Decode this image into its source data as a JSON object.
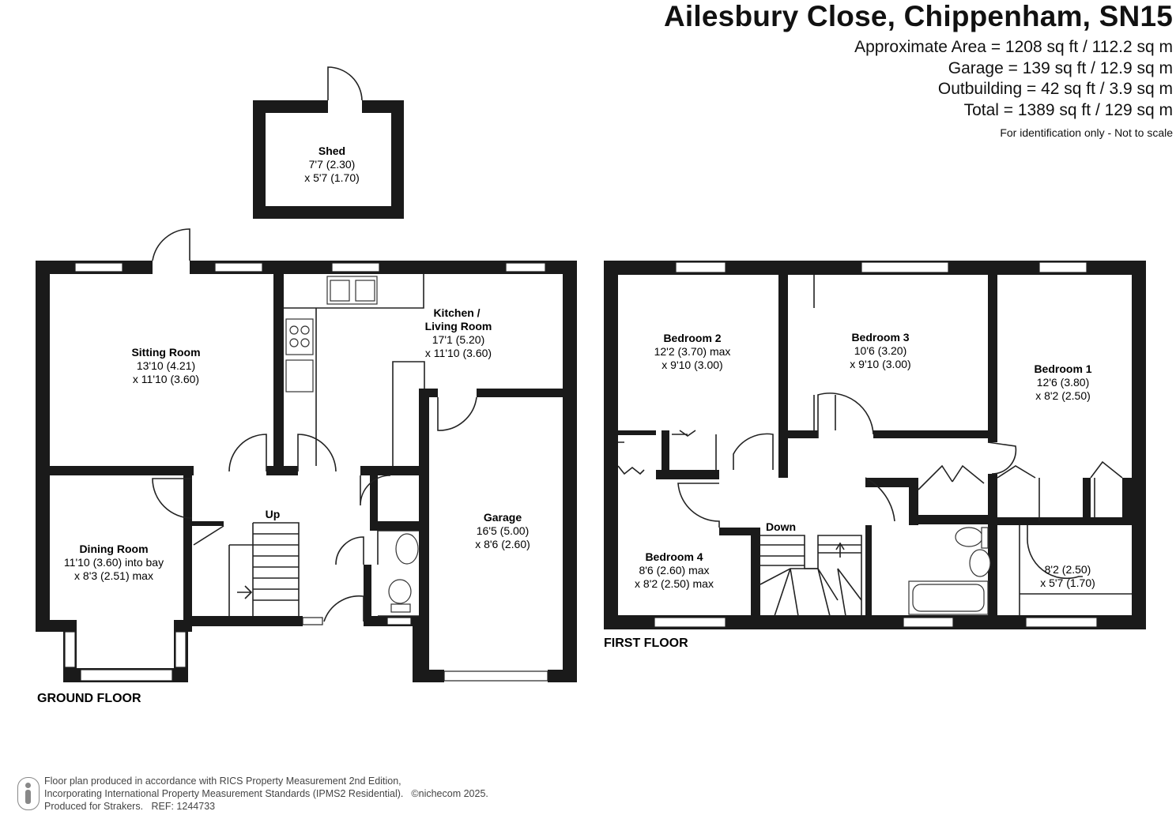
{
  "header": {
    "title": "Ailesbury Close, Chippenham, SN15",
    "areas": [
      "Approximate Area = 1208 sq ft / 112.2 sq m",
      "Garage = 139 sq ft / 12.9 sq m",
      "Outbuilding = 42 sq ft / 3.9 sq m",
      "Total = 1389 sq ft / 129 sq m"
    ],
    "note": "For identification only - Not to scale"
  },
  "rooms": {
    "shed": {
      "name": "Shed",
      "dim1": "7'7 (2.30)",
      "dim2": "x 5'7 (1.70)"
    },
    "sitting": {
      "name": "Sitting Room",
      "dim1": "13'10 (4.21)",
      "dim2": "x 11'10 (3.60)"
    },
    "kitchen": {
      "name1": "Kitchen /",
      "name2": "Living Room",
      "dim1": "17'1 (5.20)",
      "dim2": "x 11'10 (3.60)"
    },
    "dining": {
      "name": "Dining Room",
      "dim1": "11'10 (3.60) into bay",
      "dim2": "x 8'3 (2.51) max"
    },
    "garage": {
      "name": "Garage",
      "dim1": "16'5 (5.00)",
      "dim2": "x 8'6 (2.60)"
    },
    "bedroom2": {
      "name": "Bedroom 2",
      "dim1": "12'2 (3.70) max",
      "dim2": "x 9'10 (3.00)"
    },
    "bedroom3": {
      "name": "Bedroom 3",
      "dim1": "10'6 (3.20)",
      "dim2": "x 9'10 (3.00)"
    },
    "bedroom1": {
      "name": "Bedroom 1",
      "dim1": "12'6 (3.80)",
      "dim2": "x 8'2 (2.50)"
    },
    "bedroom4": {
      "name": "Bedroom 4",
      "dim1": "8'6 (2.60) max",
      "dim2": "x 8'2 (2.50) max"
    },
    "ensuite": {
      "dim1": "8'2 (2.50)",
      "dim2": "x 5'7 (1.70)"
    }
  },
  "labels": {
    "up": "Up",
    "down": "Down",
    "ground_floor": "GROUND FLOOR",
    "first_floor": "FIRST FLOOR"
  },
  "footer": {
    "line1": "Floor plan produced in accordance with RICS Property Measurement 2nd Edition,",
    "line2": "Incorporating International Property Measurement Standards (IPMS2 Residential).",
    "copyright": "©nichecom 2025.",
    "line3": "Produced for Strakers.",
    "ref": "REF: 1244733"
  }
}
